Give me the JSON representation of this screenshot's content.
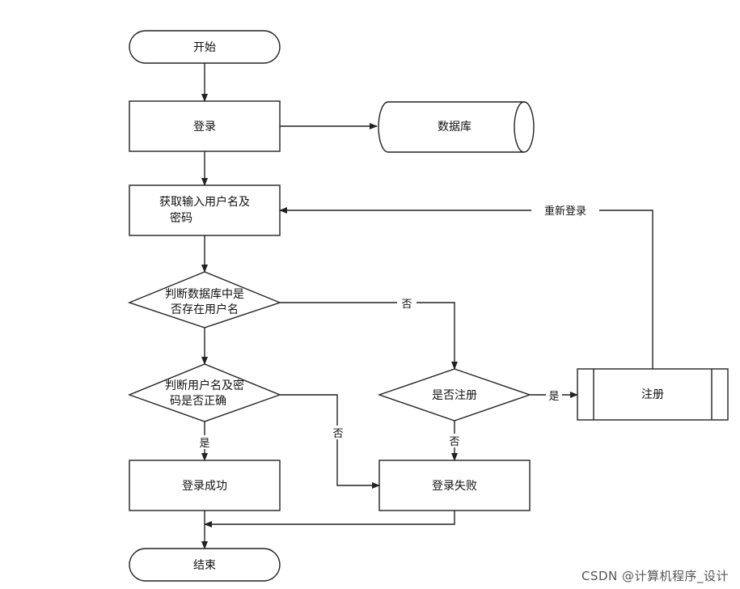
{
  "nodes": {
    "start": "开始",
    "login": "登录",
    "database": "数据库",
    "get_input_line1": "获取输入用户名及",
    "get_input_line2": "密码",
    "check_user_line1": "判断数据库中是",
    "check_user_line2": "否存在用户名",
    "check_pwd_line1": "判断用户名及密",
    "check_pwd_line2": "码是否正确",
    "register_q": "是否注册",
    "register": "注册",
    "login_success": "登录成功",
    "login_fail": "登录失败",
    "end": "结束"
  },
  "edges": {
    "relogin": "重新登录",
    "no_user": "否",
    "no_register": "否",
    "yes_register": "是",
    "pwd_wrong": "否",
    "pwd_ok": "是"
  },
  "watermark": "CSDN @计算机程序_设计"
}
